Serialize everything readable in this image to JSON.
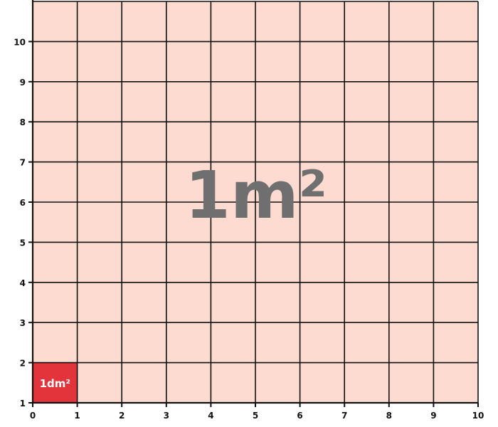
{
  "diagram": {
    "big_label": "1m²",
    "small_label": "1dm²",
    "x_ticks": [
      "0",
      "1",
      "2",
      "3",
      "4",
      "5",
      "6",
      "7",
      "8",
      "9",
      "10"
    ],
    "y_ticks": [
      "1",
      "2",
      "3",
      "4",
      "5",
      "6",
      "7",
      "8",
      "9",
      "10"
    ],
    "grid_cells_per_side": 10,
    "highlighted_cell": {
      "column": 0,
      "row": 0
    },
    "colors": {
      "grid_fill": "#fddbd0",
      "highlight_fill": "#e3333b",
      "grid_line": "#111111",
      "big_label": "#6f6f6f",
      "small_label": "#ffffff",
      "tick_text": "#111111"
    }
  }
}
